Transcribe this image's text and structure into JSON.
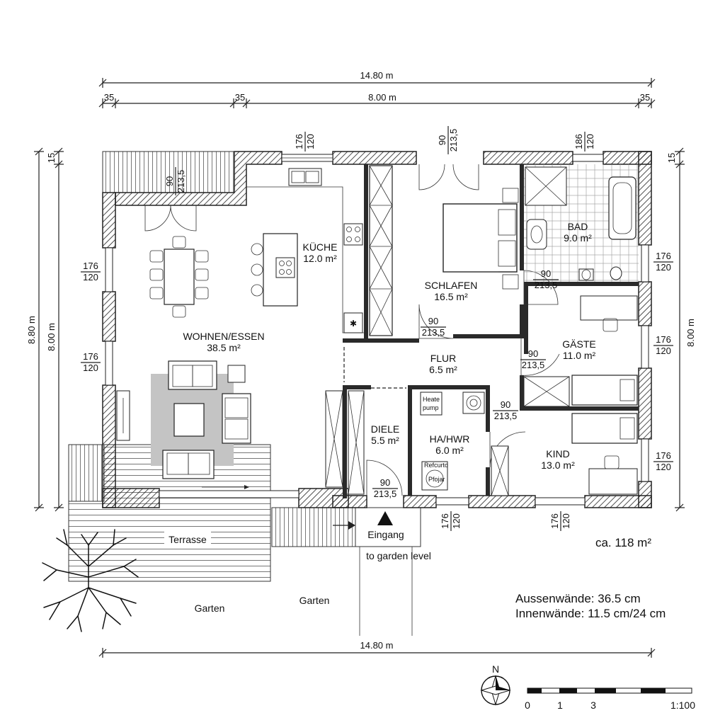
{
  "dimensions": {
    "top_total": "14.80 m",
    "top_inner": "8.00 m",
    "top_left_a": "35",
    "top_left_b": "35",
    "top_right": "35",
    "left_outer": "8.80 m",
    "left_inner": "8.00 m",
    "left_top": "15",
    "right_inner": "8.00 m",
    "right_top": "15",
    "bottom_total": "14.80 m"
  },
  "openings": {
    "window_top": {
      "top": "176",
      "bottom": "120"
    },
    "door_top": {
      "top": "90",
      "bottom": "213,5"
    },
    "window_bad": {
      "top": "186",
      "bottom": "120"
    },
    "door_wohnen": {
      "top": "90",
      "bottom": "213,5"
    },
    "window_left_1": {
      "top": "176",
      "bottom": "120"
    },
    "window_left_2": {
      "top": "176",
      "bottom": "120"
    },
    "door_schlafen": {
      "top": "90",
      "bottom": "213,5"
    },
    "door_bad": {
      "top": "90",
      "bottom": "213,5"
    },
    "door_gaeste": {
      "top": "90",
      "bottom": "213,5"
    },
    "door_kind": {
      "top": "90",
      "bottom": "213,5"
    },
    "door_diele": {
      "top": "90",
      "bottom": "213,5"
    },
    "window_right_bad": {
      "top": "176",
      "bottom": "120"
    },
    "window_right_gaeste": {
      "top": "176",
      "bottom": "120"
    },
    "window_right_kind": {
      "top": "176",
      "bottom": "120"
    },
    "window_bottom_ha": {
      "top": "176",
      "bottom": "120"
    },
    "window_bottom_kind": {
      "top": "176",
      "bottom": "120"
    }
  },
  "rooms": {
    "kueche": {
      "name": "KÜCHE",
      "area": "12.0 m²"
    },
    "wohnen": {
      "name": "WOHNEN/ESSEN",
      "area": "38.5 m²"
    },
    "schlafen": {
      "name": "SCHLAFEN",
      "area": "16.5 m²"
    },
    "bad": {
      "name": "BAD",
      "area": "9.0 m²"
    },
    "gaeste": {
      "name": "GÄSTE",
      "area": "11.0 m²"
    },
    "flur": {
      "name": "FLUR",
      "area": "6.5 m²"
    },
    "diele": {
      "name": "DIELE",
      "area": "5.5 m²"
    },
    "hahwr": {
      "name": "HA/HWR",
      "area": "6.0 m²"
    },
    "kind": {
      "name": "KIND",
      "area": "13.0 m²"
    }
  },
  "equipment": {
    "heat_pump_line1": "Heate",
    "heat_pump_line2": "pump",
    "storage_line1": "Refcurto",
    "storage_line2": "Pfojar"
  },
  "labels": {
    "entrance": "Eingang",
    "garden_level": "to garden level",
    "terrace": "Terrasse",
    "garden_left": "Garten",
    "garden_right": "Garten",
    "total_area": "ca. 118 m²",
    "outer_walls": "Aussenwände: 36.5 cm",
    "inner_walls": "Innenwände: 11.5 cm/24 cm",
    "north": "N",
    "scale_0": "0",
    "scale_1": "1",
    "scale_3": "3",
    "scale_ratio": "1:100"
  }
}
